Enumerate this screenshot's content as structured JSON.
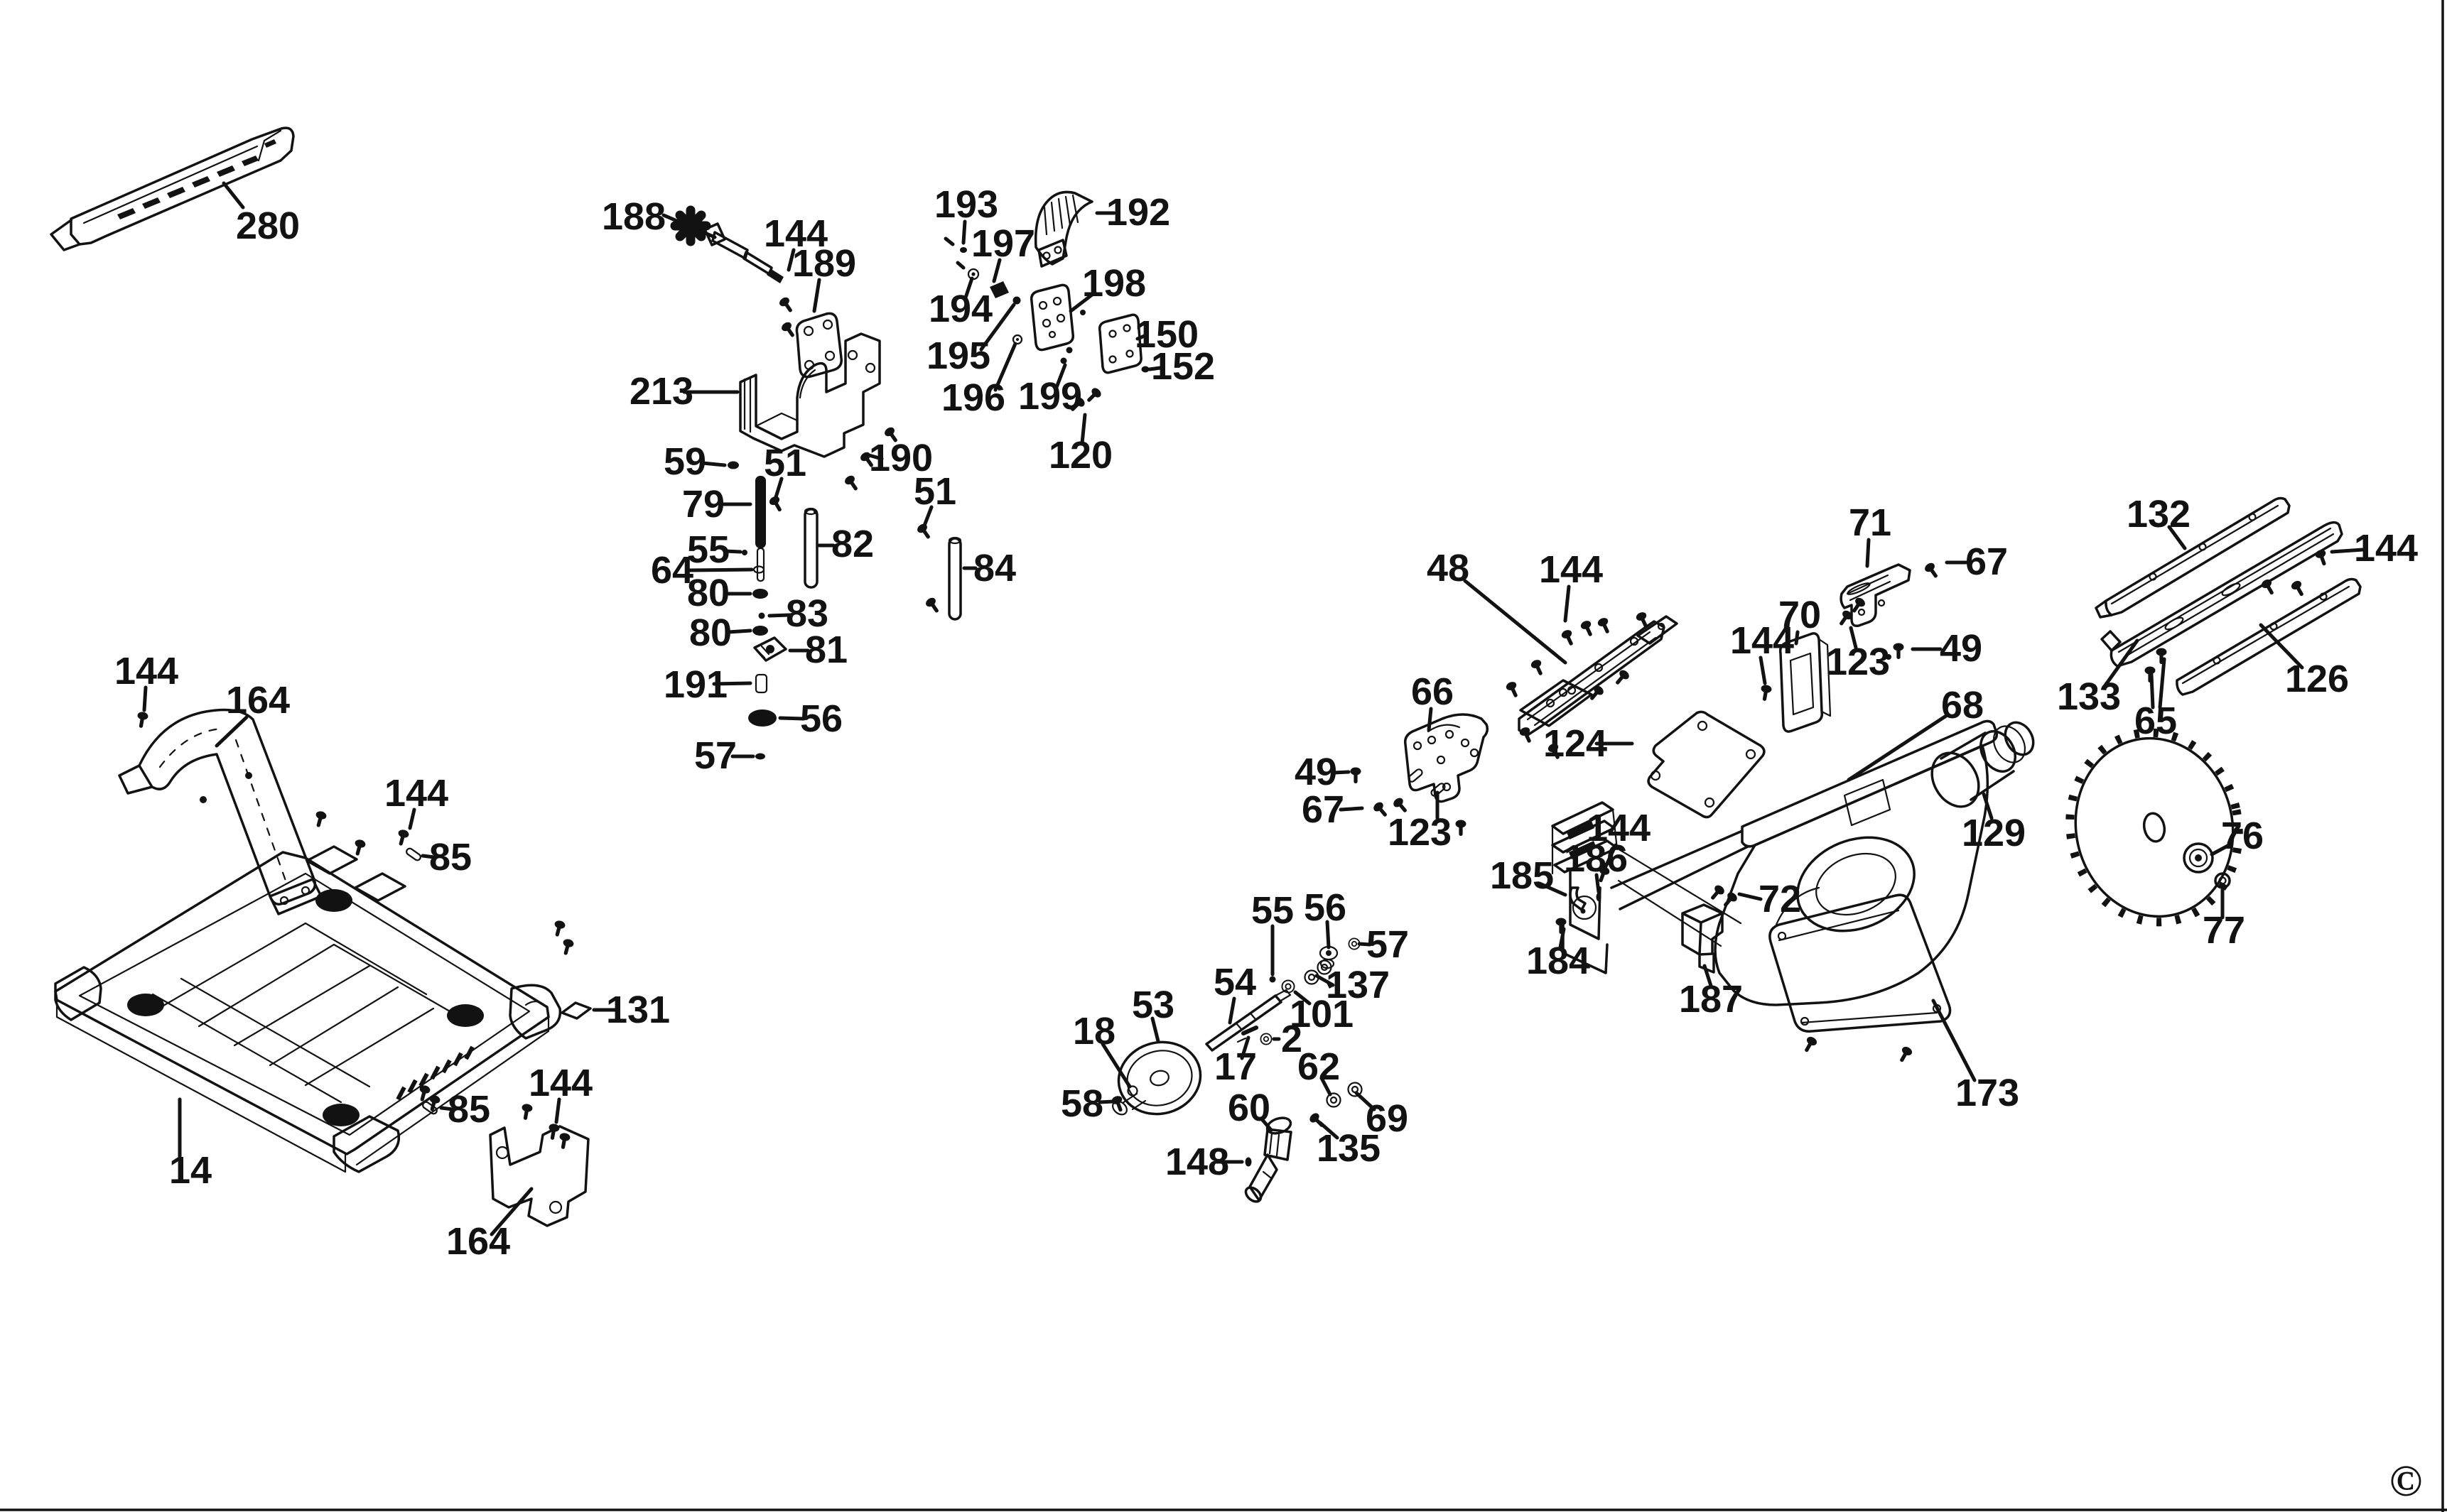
{
  "diagram": {
    "type": "exploded-parts-diagram",
    "labels": [
      {
        "text": "280"
      },
      {
        "text": "188"
      },
      {
        "text": "144"
      },
      {
        "text": "189"
      },
      {
        "text": "213"
      },
      {
        "text": "193"
      },
      {
        "text": "197"
      },
      {
        "text": "192"
      },
      {
        "text": "194"
      },
      {
        "text": "198"
      },
      {
        "text": "195"
      },
      {
        "text": "196"
      },
      {
        "text": "150"
      },
      {
        "text": "152"
      },
      {
        "text": "199"
      },
      {
        "text": "120"
      },
      {
        "text": "190"
      },
      {
        "text": "59"
      },
      {
        "text": "51"
      },
      {
        "text": "79"
      },
      {
        "text": "82"
      },
      {
        "text": "51"
      },
      {
        "text": "84"
      },
      {
        "text": "55"
      },
      {
        "text": "64"
      },
      {
        "text": "80"
      },
      {
        "text": "83"
      },
      {
        "text": "80"
      },
      {
        "text": "81"
      },
      {
        "text": "191"
      },
      {
        "text": "56"
      },
      {
        "text": "57"
      },
      {
        "text": "144"
      },
      {
        "text": "164"
      },
      {
        "text": "144"
      },
      {
        "text": "85"
      },
      {
        "text": "131"
      },
      {
        "text": "144"
      },
      {
        "text": "85"
      },
      {
        "text": "14"
      },
      {
        "text": "164"
      },
      {
        "text": "48"
      },
      {
        "text": "144"
      },
      {
        "text": "66"
      },
      {
        "text": "49"
      },
      {
        "text": "67"
      },
      {
        "text": "123"
      },
      {
        "text": "124"
      },
      {
        "text": "71"
      },
      {
        "text": "67"
      },
      {
        "text": "70"
      },
      {
        "text": "144"
      },
      {
        "text": "123"
      },
      {
        "text": "49"
      },
      {
        "text": "68"
      },
      {
        "text": "144"
      },
      {
        "text": "186"
      },
      {
        "text": "185"
      },
      {
        "text": "72"
      },
      {
        "text": "184"
      },
      {
        "text": "187"
      },
      {
        "text": "129"
      },
      {
        "text": "173"
      },
      {
        "text": "132"
      },
      {
        "text": "144"
      },
      {
        "text": "133"
      },
      {
        "text": "126"
      },
      {
        "text": "65"
      },
      {
        "text": "76"
      },
      {
        "text": "77"
      },
      {
        "text": "53"
      },
      {
        "text": "18"
      },
      {
        "text": "58"
      },
      {
        "text": "54"
      },
      {
        "text": "55"
      },
      {
        "text": "56"
      },
      {
        "text": "57"
      },
      {
        "text": "137"
      },
      {
        "text": "101"
      },
      {
        "text": "2"
      },
      {
        "text": "17"
      },
      {
        "text": "62"
      },
      {
        "text": "69"
      },
      {
        "text": "60"
      },
      {
        "text": "135"
      },
      {
        "text": "148"
      }
    ],
    "copyright": "©"
  }
}
